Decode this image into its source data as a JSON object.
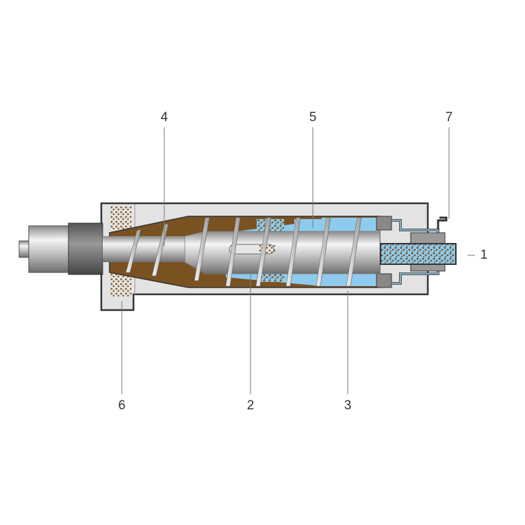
{
  "labels": {
    "one": "1",
    "two": "2",
    "three": "3",
    "four": "4",
    "five": "5",
    "six": "6",
    "seven": "7"
  },
  "colors": {
    "solids": "#7a5222",
    "liquid": "#8ecbee",
    "housing": "#e3e3e3",
    "outline": "#3a3a3a"
  }
}
